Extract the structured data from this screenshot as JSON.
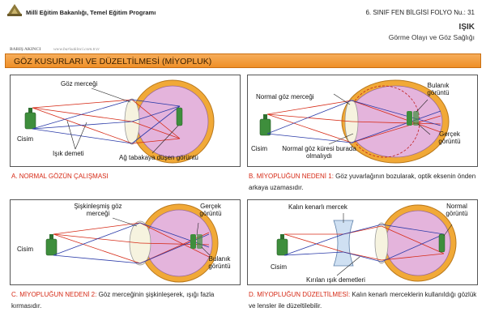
{
  "header": {
    "ministry": "Millî Eğitim Bakanlığı, Temel Eğitim Programı",
    "folio": "6. SINIF FEN BİLGİSİ FOLYO Nu.: 31",
    "topic": "IŞIK",
    "subtopic": "Görme Olayı ve Göz Sağlığı",
    "author": "BARIŞ AKINCI",
    "website": "www.barisakinci.com.tr.tc"
  },
  "title": "GÖZ KUSURLARI VE DÜZELTİLMESİ (MİYOPLUK)",
  "colors": {
    "title_bar": "#ef8f27",
    "caption_red": "#d62a16",
    "eyeball": "#e4b4dc",
    "sclera": "#f1a937",
    "lens": "#f6f3df",
    "object": "#3e8e3c"
  },
  "panels": {
    "a": {
      "labels": {
        "lens": "Göz merceği",
        "object": "Cisim",
        "rays": "Işık demeti",
        "retina": "Ağ tabakaya düşen görüntü"
      },
      "caption_red": "A. NORMAL GÖZÜN ÇALIŞMASI",
      "caption_rest": ""
    },
    "b": {
      "labels": {
        "normal_lens": "Normal göz merceği",
        "blurred": "Bulanık görüntü",
        "real": "Gerçek görüntü",
        "object": "Cisim",
        "normal_ball": "Normal göz küresi burada olmalıydı"
      },
      "caption_red": "B. MİYOPLUĞUN NEDENİ 1:",
      "caption_rest": " Göz yuvarlağının bozularak, optik eksenin önden arkaya uzamasıdır."
    },
    "c": {
      "labels": {
        "swollen": "Şişkinleşmiş göz merceği",
        "real": "Gerçek görüntü",
        "object": "Cisim",
        "blurred": "Bulanık görüntü"
      },
      "caption_red": "C. MİYOPLUĞUN NEDENİ 2:",
      "caption_rest": " Göz merceğinin şişkinleşerek, ışığı fazla kırmasıdır."
    },
    "d": {
      "labels": {
        "thick_lens": "Kalın kenarlı mercek",
        "normal": "Normal görüntü",
        "object": "Cisim",
        "refracted": "Kırılan ışık demetleri"
      },
      "caption_red": "D. MİYOPLUĞUN DÜZELTİLMESİ:",
      "caption_rest": " Kalın kenarlı merceklerin kullanıldığı gözlük ve lensler ile düzeltilebilir."
    }
  }
}
